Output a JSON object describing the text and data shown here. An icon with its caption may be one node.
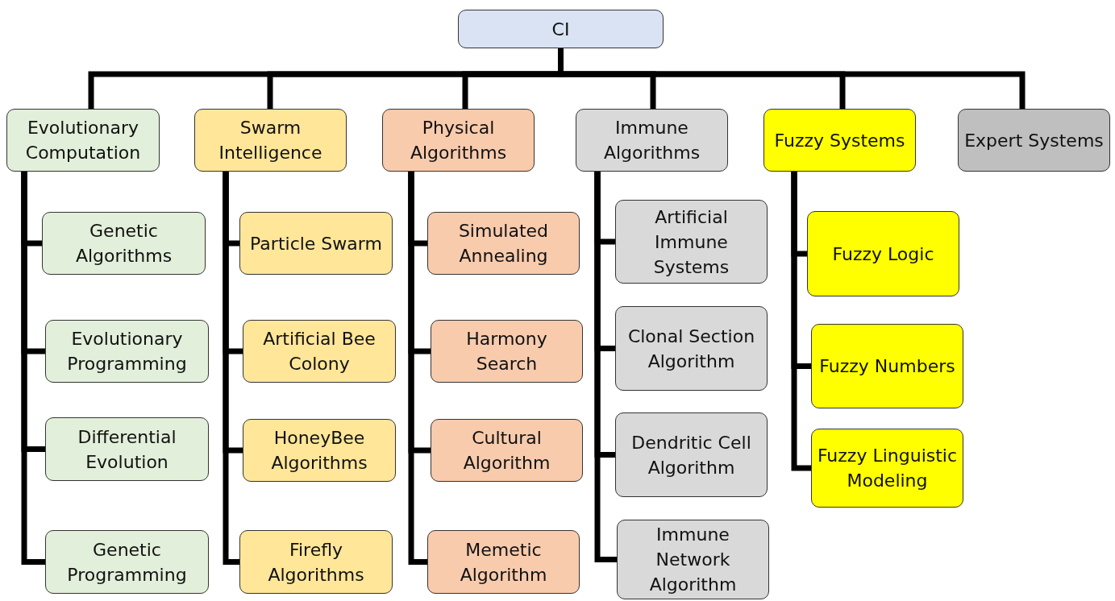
{
  "diagram": {
    "nodes": [
      {
        "text": [
          "CI"
        ]
      },
      {
        "text": [
          "Evolutionary Computation"
        ]
      },
      {
        "text": [
          "Swarm Intelligence"
        ]
      },
      {
        "text": [
          "Physical Algorithms"
        ]
      },
      {
        "text": [
          "Immune Algorithms"
        ]
      },
      {
        "text": [
          "Fuzzy Systems"
        ]
      },
      {
        "text": [
          "Expert Systems"
        ]
      },
      {
        "text": [
          "Genetic Algorithms"
        ]
      },
      {
        "text": [
          "Evolutionary Programming"
        ]
      },
      {
        "text": [
          "Differential Evolution"
        ]
      },
      {
        "text": [
          "Genetic Programming"
        ]
      },
      {
        "text": [
          "Particle Swarm"
        ]
      },
      {
        "text": [
          "Artificial Bee Colony"
        ]
      },
      {
        "text": [
          "HoneyBee Algorithms"
        ]
      },
      {
        "text": [
          "Firefly Algorithms"
        ]
      },
      {
        "text": [
          "Simulated Annealing"
        ]
      },
      {
        "text": [
          "Harmony Search"
        ]
      },
      {
        "text": [
          "Cultural Algorithm"
        ]
      },
      {
        "text": [
          "Memetic Algorithm"
        ]
      },
      {
        "text": [
          "Artificial Immune Systems"
        ]
      },
      {
        "text": [
          "Clonal Section Algorithm"
        ]
      },
      {
        "text": [
          "Dendritic Cell Algorithm"
        ]
      },
      {
        "text": [
          "Immune Network Algorithm"
        ]
      },
      {
        "text": [
          "Fuzzy Logic"
        ]
      },
      {
        "text": [
          "Fuzzy Numbers"
        ]
      },
      {
        "text": [
          "Fuzzy Linguistic Modeling"
        ]
      }
    ],
    "edges": [
      {
        "from": 0,
        "to": 1,
        "arrow": "none"
      },
      {
        "from": 0,
        "to": 2,
        "arrow": "none"
      },
      {
        "from": 0,
        "to": 3,
        "arrow": "none"
      },
      {
        "from": 0,
        "to": 4,
        "arrow": "none"
      },
      {
        "from": 0,
        "to": 5,
        "arrow": "none"
      },
      {
        "from": 0,
        "to": 6,
        "arrow": "none"
      },
      {
        "from": 1,
        "to": 7,
        "arrow": "none"
      },
      {
        "from": 1,
        "to": 8,
        "arrow": "none"
      },
      {
        "from": 1,
        "to": 9,
        "arrow": "none"
      },
      {
        "from": 1,
        "to": 10,
        "arrow": "none"
      },
      {
        "from": 2,
        "to": 11,
        "arrow": "none"
      },
      {
        "from": 2,
        "to": 12,
        "arrow": "none"
      },
      {
        "from": 2,
        "to": 13,
        "arrow": "none"
      },
      {
        "from": 2,
        "to": 14,
        "arrow": "none"
      },
      {
        "from": 3,
        "to": 15,
        "arrow": "none"
      },
      {
        "from": 3,
        "to": 16,
        "arrow": "none"
      },
      {
        "from": 3,
        "to": 17,
        "arrow": "none"
      },
      {
        "from": 3,
        "to": 18,
        "arrow": "none"
      },
      {
        "from": 4,
        "to": 19,
        "arrow": "none"
      },
      {
        "from": 4,
        "to": 20,
        "arrow": "none"
      },
      {
        "from": 4,
        "to": 21,
        "arrow": "none"
      },
      {
        "from": 4,
        "to": 22,
        "arrow": "none"
      },
      {
        "from": 5,
        "to": 23,
        "arrow": "none"
      },
      {
        "from": 5,
        "to": 24,
        "arrow": "none"
      },
      {
        "from": 5,
        "to": 25,
        "arrow": "none"
      }
    ]
  }
}
